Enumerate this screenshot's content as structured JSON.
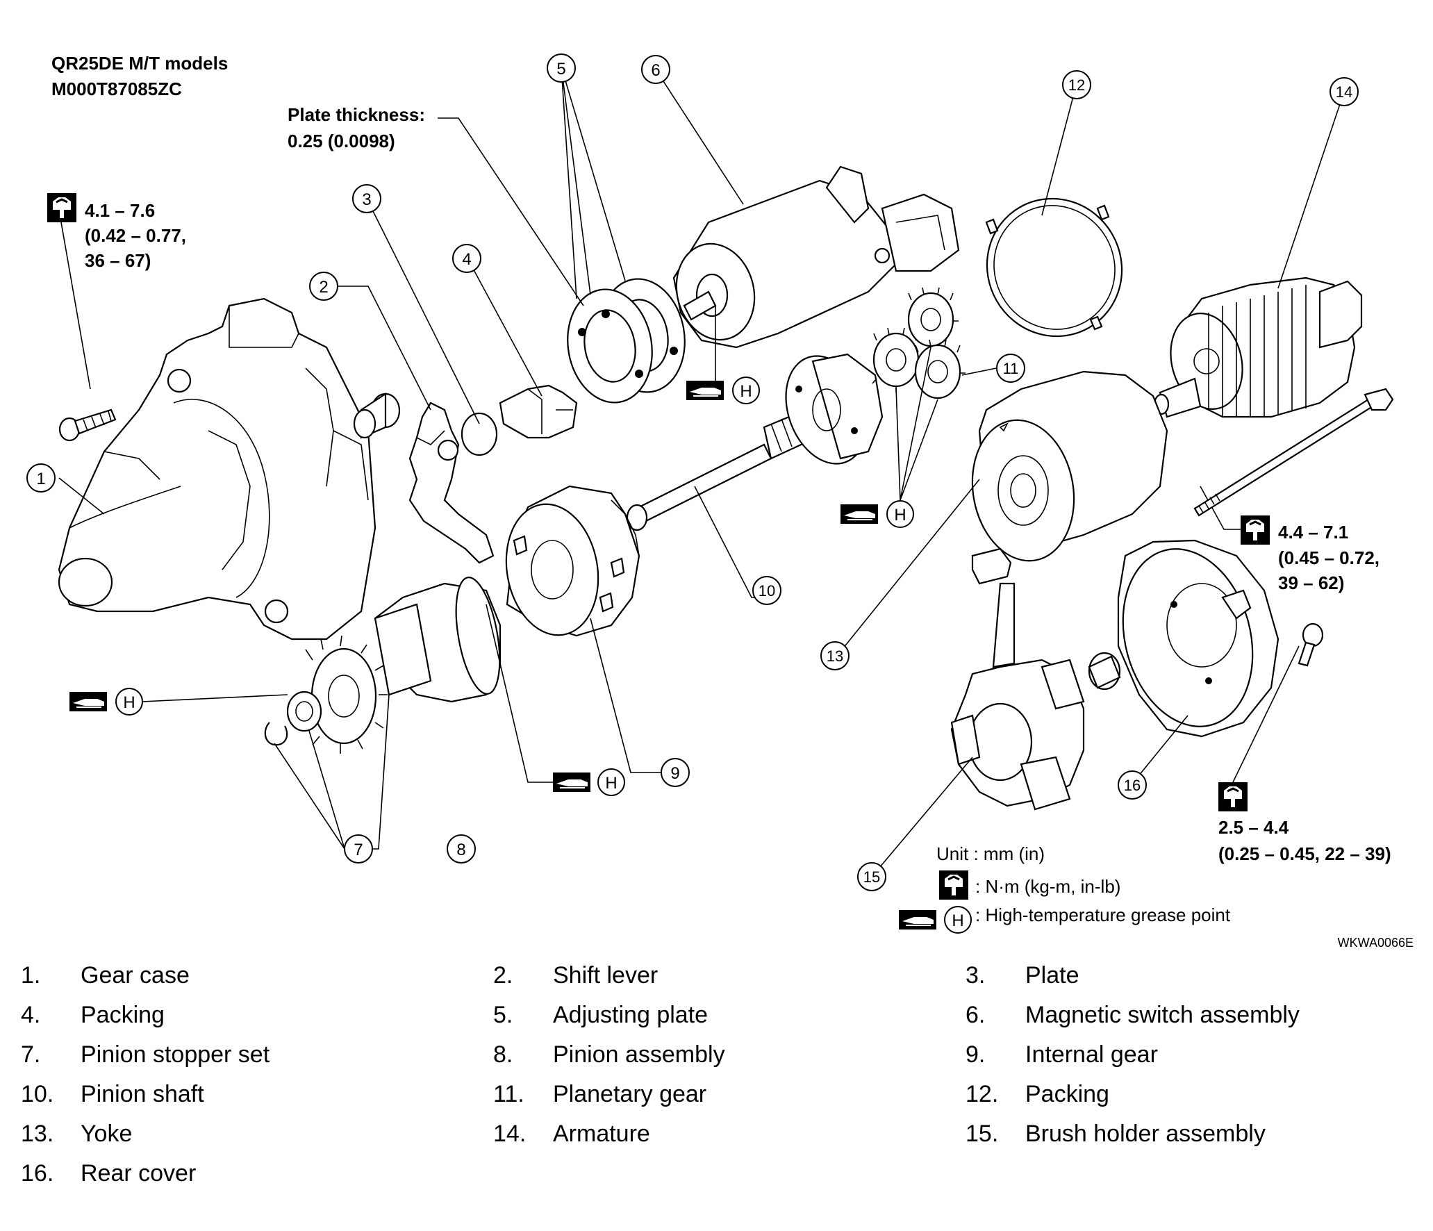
{
  "header": {
    "model_line": "QR25DE M/T models",
    "code_line": "M000T87085ZC"
  },
  "notes": {
    "plate_thickness_label": "Plate thickness:",
    "plate_thickness_value": "0.25 (0.0098)"
  },
  "torques": {
    "gear_case_bolt": [
      "4.1 – 7.6",
      "(0.42 – 0.77,",
      "36 – 67)"
    ],
    "through_bolt": [
      "4.4 – 7.1",
      "(0.45 – 0.72,",
      "39 – 62)"
    ],
    "rear_cover_bolt": [
      "2.5 – 4.4",
      "(0.25 – 0.45, 22 – 39)"
    ]
  },
  "units": {
    "unit_line": "Unit : mm (in)",
    "torque_unit": ": N·m (kg-m, in-lb)",
    "grease_note": ": High-temperature grease point",
    "grease_letter": "H"
  },
  "callouts": [
    "1",
    "2",
    "3",
    "4",
    "5",
    "6",
    "7",
    "8",
    "9",
    "10",
    "11",
    "12",
    "13",
    "14",
    "15",
    "16"
  ],
  "figure_id": "WKWA0066E",
  "legend": [
    {
      "num": "1.",
      "label": "Gear case"
    },
    {
      "num": "2.",
      "label": "Shift lever"
    },
    {
      "num": "3.",
      "label": "Plate"
    },
    {
      "num": "4.",
      "label": "Packing"
    },
    {
      "num": "5.",
      "label": "Adjusting plate"
    },
    {
      "num": "6.",
      "label": "Magnetic switch assembly"
    },
    {
      "num": "7.",
      "label": "Pinion stopper set"
    },
    {
      "num": "8.",
      "label": "Pinion assembly"
    },
    {
      "num": "9.",
      "label": "Internal gear"
    },
    {
      "num": "10.",
      "label": "Pinion shaft"
    },
    {
      "num": "11.",
      "label": "Planetary gear"
    },
    {
      "num": "12.",
      "label": "Packing"
    },
    {
      "num": "13.",
      "label": "Yoke"
    },
    {
      "num": "14.",
      "label": "Armature"
    },
    {
      "num": "15.",
      "label": "Brush holder assembly"
    },
    {
      "num": "16.",
      "label": "Rear cover"
    }
  ]
}
